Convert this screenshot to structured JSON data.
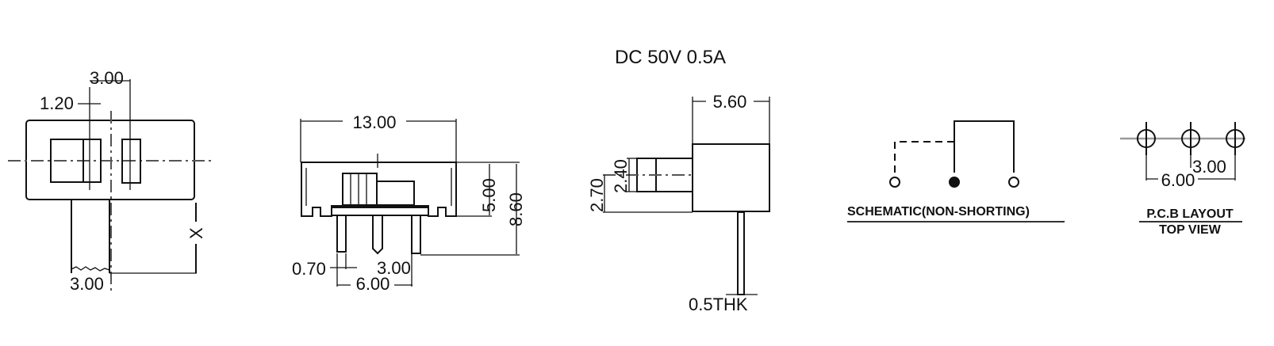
{
  "title": "DC  50V  0.5A",
  "top_view": {
    "dim_slot_pitch": "3.00",
    "dim_slot_width": "1.20",
    "dim_actuator_width": "3.00",
    "dim_actuator_length": "X"
  },
  "front_view": {
    "dim_width": "13.00",
    "dim_body_height": "5.00",
    "dim_total_height": "8.60",
    "dim_pin_width": "0.70",
    "dim_pin_pitch": "3.00",
    "dim_pin_span": "6.00"
  },
  "side_view": {
    "dim_depth": "5.60",
    "dim_actuator_height": "2.40",
    "dim_center_height": "2.70",
    "dim_pin_thickness": "0.5THK"
  },
  "schematic": {
    "label": "SCHEMATIC(NON-SHORTING)"
  },
  "pcb": {
    "dim_pitch": "3.00",
    "dim_span": "6.00",
    "label": "P.C.B LAYOUT",
    "sublabel": "TOP VIEW"
  }
}
